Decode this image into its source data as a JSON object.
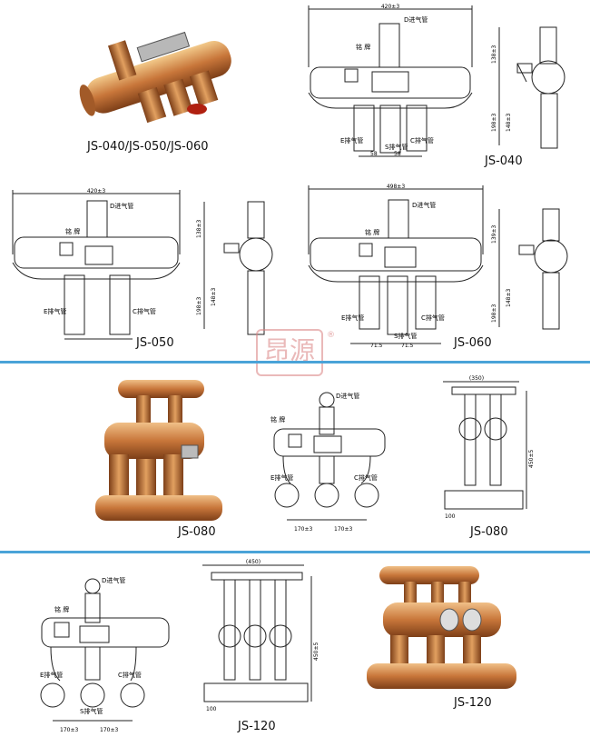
{
  "colors": {
    "divider": "#4aa3d8",
    "line": "#222222",
    "copper_light": "#e8b26a",
    "copper_mid": "#c8763a",
    "copper_dark": "#8a4a1e",
    "watermark": "#d98080"
  },
  "watermark": {
    "text": "昂源",
    "mark": "®"
  },
  "captions": {
    "c1": "JS-040/JS-050/JS-060",
    "c2": "JS-040",
    "c3": "JS-050",
    "c4": "JS-060",
    "c5": "JS-080",
    "c6": "JS-080",
    "c7": "JS-120",
    "c8": "JS-120"
  },
  "labels": {
    "d_inlet": "D进气管",
    "e_exhaust": "E排气管",
    "c_exhaust": "C排气管",
    "s_exhaust": "S排气管",
    "nameplate": "铭 牌"
  },
  "dims": {
    "js040_width": "420±3",
    "js040_top": "138±3",
    "js040_bottom": "148±3",
    "js040_side": "198±3",
    "js040_s1": "58",
    "js040_s2": "58",
    "js050_width": "420±3",
    "js050_top": "138±3",
    "js050_mid": "148±3",
    "js050_bottom": "198±3",
    "js060_width": "498±3",
    "js060_top": "139±3",
    "js060_mid": "148±3",
    "js060_bottom": "198±3",
    "js060_s1": "71.5",
    "js060_s2": "71.5",
    "js080_gap1": "170±3",
    "js080_gap2": "170±3",
    "js080_width": "(350)",
    "js080_height": "450±5",
    "js080_base": "100",
    "js120_gap1": "170±3",
    "js120_gap2": "170±3",
    "js120_width": "(450)",
    "js120_height": "450±5",
    "js120_base": "100"
  }
}
